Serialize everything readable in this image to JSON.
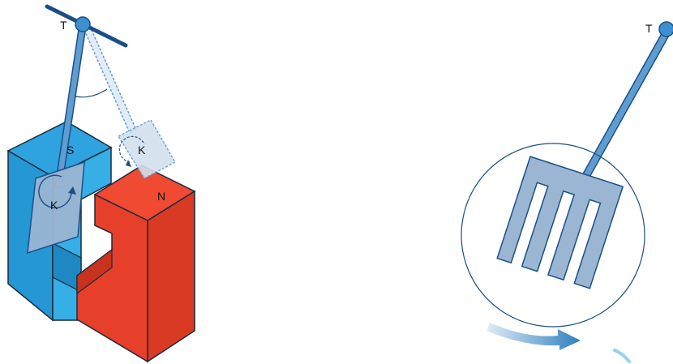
{
  "figures": {
    "left": {
      "pivot_label": "T",
      "magnet_south_label": "S",
      "magnet_north_label": "N",
      "plate_label": "K",
      "plate_swung_label": "K"
    },
    "right": {
      "pivot_label": "T"
    }
  },
  "colors": {
    "south_pole": "#2ea3df",
    "north_pole": "#e63f2a",
    "rod": "#5f9dd0",
    "outline": "#1a4f86",
    "plate": "#9bb6d3",
    "plate_ghost": "#d3e0ee",
    "motion_arrow": "#2f7fc0"
  }
}
